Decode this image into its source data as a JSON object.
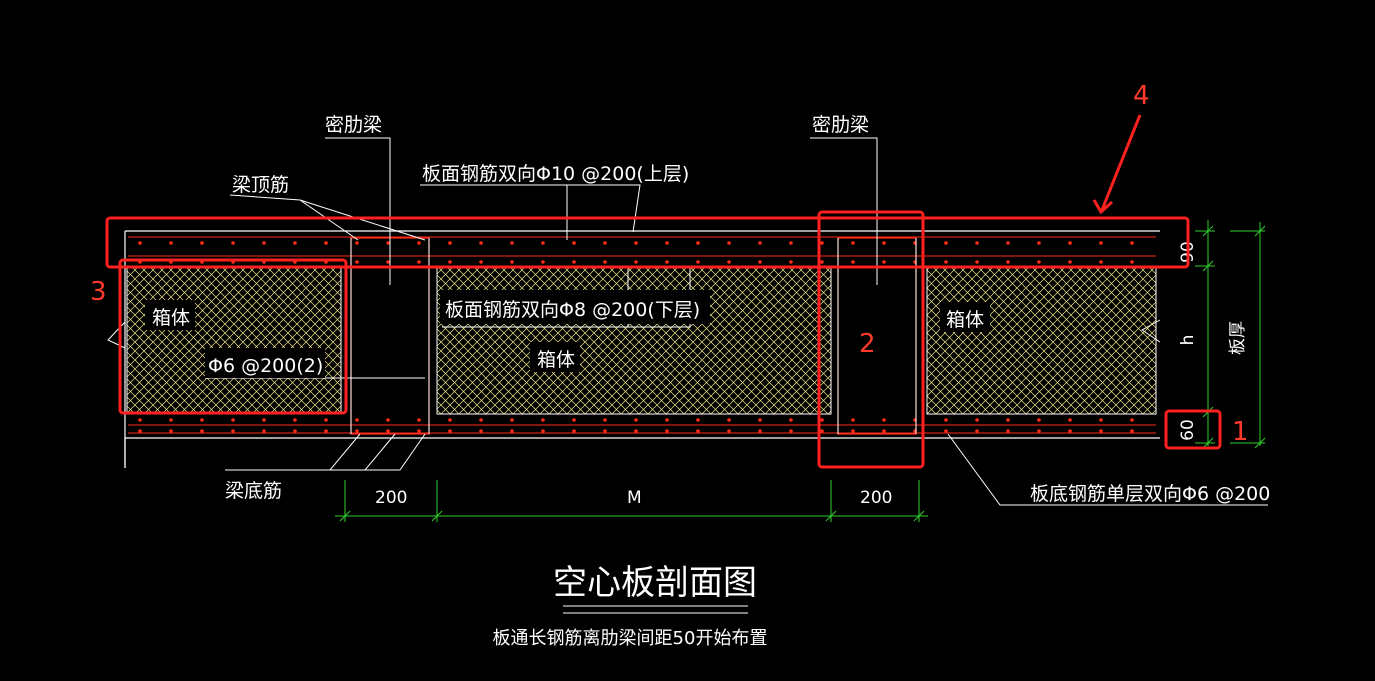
{
  "labels": {
    "rib_beam_left": "密肋梁",
    "rib_beam_right": "密肋梁",
    "beam_top_bar": "梁顶筋",
    "beam_bottom_bar": "梁底筋",
    "top_rebar": "板面钢筋双向Φ10 @200(上层)",
    "lower_rebar": "板面钢筋双向Φ8 @200(下层)",
    "box_left": "箱体",
    "box_middle": "箱体",
    "box_right": "箱体",
    "stirrup": "Φ6 @200(2)",
    "bottom_rebar": "板底钢筋单层双向Φ6 @200",
    "thickness_label": "板厚",
    "h_label": "h"
  },
  "dimensions": {
    "rib_left": "200",
    "span": "M",
    "rib_right": "200",
    "top_layer": "90",
    "bottom_layer": "60"
  },
  "markers": {
    "m1": "1",
    "m2": "2",
    "m3": "3",
    "m4": "4"
  },
  "title": "空心板剖面图",
  "subtitle": "板通长钢筋离肋梁间距50开始布置",
  "colors": {
    "background": "#000000",
    "linework": "#ffffff",
    "rebar": "#ff2a1a",
    "hatch": "#f2e98a",
    "dimension": "#2fd02f",
    "annotation": "#ff2020"
  }
}
